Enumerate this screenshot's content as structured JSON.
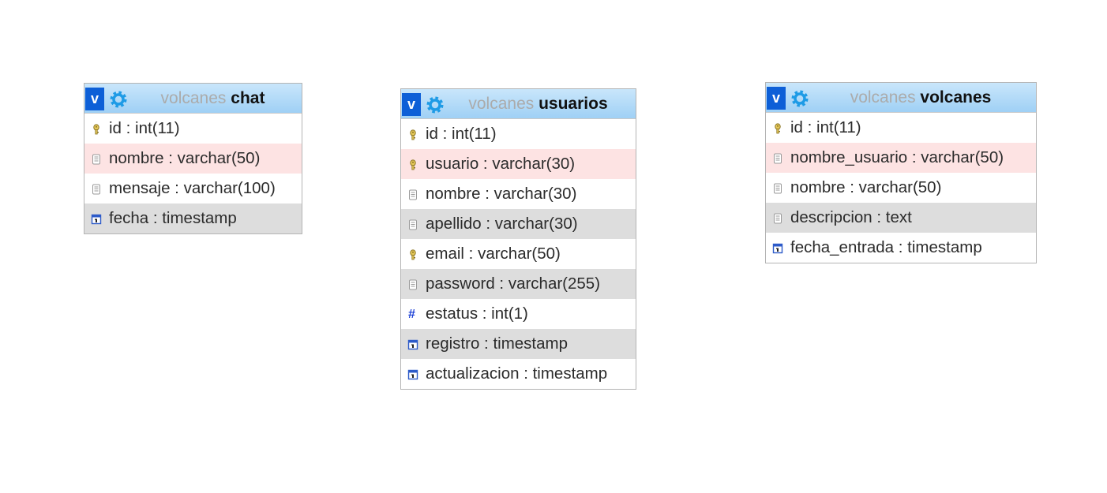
{
  "tables": [
    {
      "id": "chat",
      "database": "volcanes",
      "name": "chat",
      "columns": [
        {
          "label": "id : int(11)",
          "icon": "key-icon",
          "highlight": "none"
        },
        {
          "label": "nombre : varchar(50)",
          "icon": "text-field-icon",
          "highlight": "pink"
        },
        {
          "label": "mensaje : varchar(100)",
          "icon": "text-field-icon",
          "highlight": "none"
        },
        {
          "label": "fecha : timestamp",
          "icon": "calendar-icon",
          "highlight": "grey"
        }
      ]
    },
    {
      "id": "usuarios",
      "database": "volcanes",
      "name": "usuarios",
      "columns": [
        {
          "label": "id : int(11)",
          "icon": "key-icon",
          "highlight": "none"
        },
        {
          "label": "usuario : varchar(30)",
          "icon": "key-icon",
          "highlight": "pink"
        },
        {
          "label": "nombre : varchar(30)",
          "icon": "text-field-icon",
          "highlight": "none"
        },
        {
          "label": "apellido : varchar(30)",
          "icon": "text-field-icon",
          "highlight": "grey"
        },
        {
          "label": "email : varchar(50)",
          "icon": "key-icon",
          "highlight": "none"
        },
        {
          "label": "password : varchar(255)",
          "icon": "text-field-icon",
          "highlight": "grey"
        },
        {
          "label": "estatus : int(1)",
          "icon": "hash-icon",
          "highlight": "none"
        },
        {
          "label": "registro : timestamp",
          "icon": "calendar-icon",
          "highlight": "grey"
        },
        {
          "label": "actualizacion : timestamp",
          "icon": "calendar-icon",
          "highlight": "none"
        }
      ]
    },
    {
      "id": "volcanes",
      "database": "volcanes",
      "name": "volcanes",
      "columns": [
        {
          "label": "id : int(11)",
          "icon": "key-icon",
          "highlight": "none"
        },
        {
          "label": "nombre_usuario : varchar(50)",
          "icon": "text-field-icon",
          "highlight": "pink"
        },
        {
          "label": "nombre : varchar(50)",
          "icon": "text-field-icon",
          "highlight": "none"
        },
        {
          "label": "descripcion : text",
          "icon": "text-field-icon",
          "highlight": "grey"
        },
        {
          "label": "fecha_entrada : timestamp",
          "icon": "calendar-icon",
          "highlight": "none"
        }
      ]
    }
  ],
  "toggle_label": "v",
  "colors": {
    "header_top": "#c9e6fb",
    "header_bottom": "#9fd0f5",
    "toggle_bg": "#0d5fd7",
    "gear": "#1e9be6",
    "row_pink": "#fde3e3",
    "row_grey": "#dddddd",
    "key": "#c8a93a",
    "hash": "#1b3fd6",
    "calendar": "#2d5bc9"
  }
}
